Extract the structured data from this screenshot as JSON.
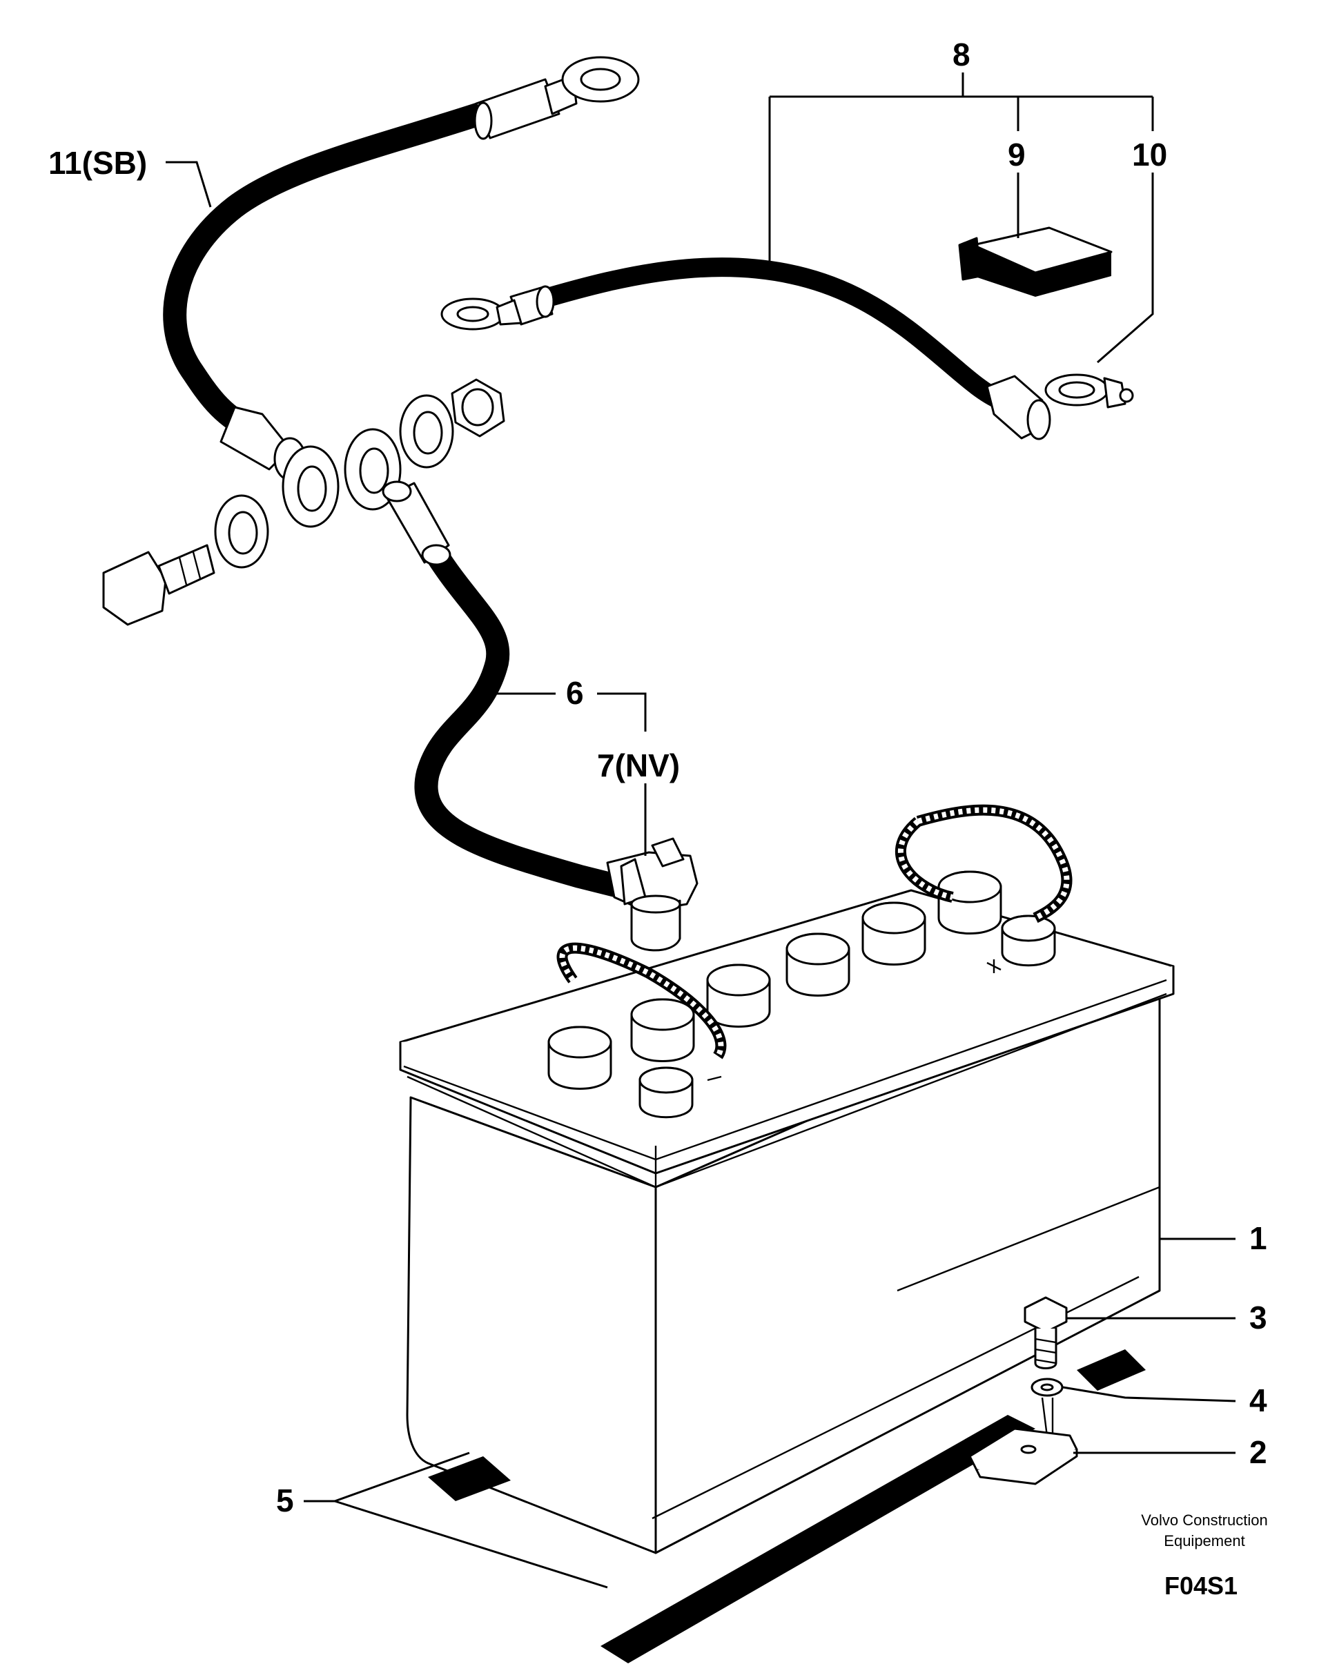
{
  "callouts": {
    "c1": "1",
    "c2": "2",
    "c3": "3",
    "c4": "4",
    "c5": "5",
    "c6": "6",
    "c7": "7(NV)",
    "c8": "8",
    "c9": "9",
    "c10": "10",
    "c11": "11(SB)"
  },
  "caption": {
    "line1": "Volvo Construction",
    "line2": "Equipement",
    "code": "F04S1"
  }
}
